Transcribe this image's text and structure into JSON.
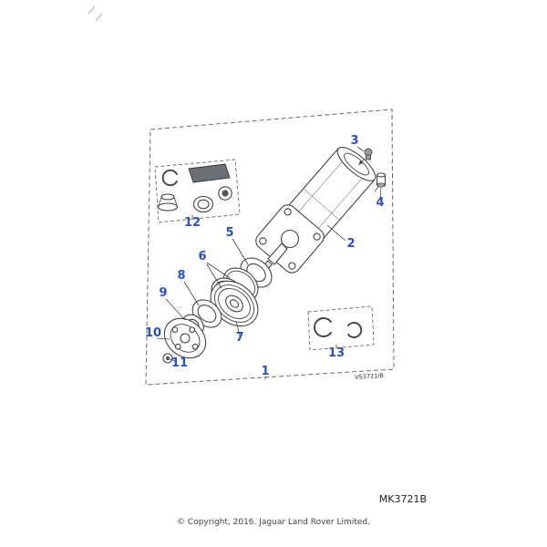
{
  "artwork": {
    "drawing_ref": "VS3721/B",
    "callout_color": "#2a52c4",
    "callouts": [
      {
        "label": "1"
      },
      {
        "label": "2"
      },
      {
        "label": "3"
      },
      {
        "label": "4"
      },
      {
        "label": "5"
      },
      {
        "label": "6"
      },
      {
        "label": "7"
      },
      {
        "label": "8"
      },
      {
        "label": "9"
      },
      {
        "label": "10"
      },
      {
        "label": "11"
      },
      {
        "label": "12"
      },
      {
        "label": "13"
      }
    ]
  },
  "footer": {
    "part_code": "MK3721B",
    "copyright": "© Copyright, 2016. Jaguar Land Rover Limited."
  }
}
